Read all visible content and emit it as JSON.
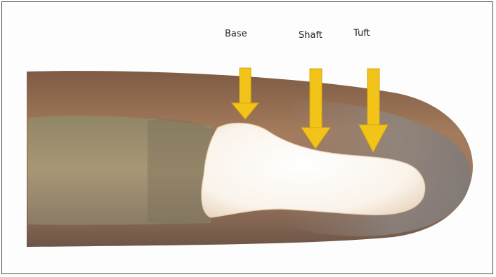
{
  "diagram": {
    "labels": {
      "base": "Base",
      "shaft": "Shaft",
      "tuft": "Tuft"
    },
    "colors": {
      "arrow": "#f2c419",
      "arrow_stroke": "#d8a80a",
      "bone": "#fbf6ee",
      "skin_outer": "#8a6a52",
      "skin_inner": "#b08a6e",
      "frame": "#4a4a4a"
    }
  }
}
